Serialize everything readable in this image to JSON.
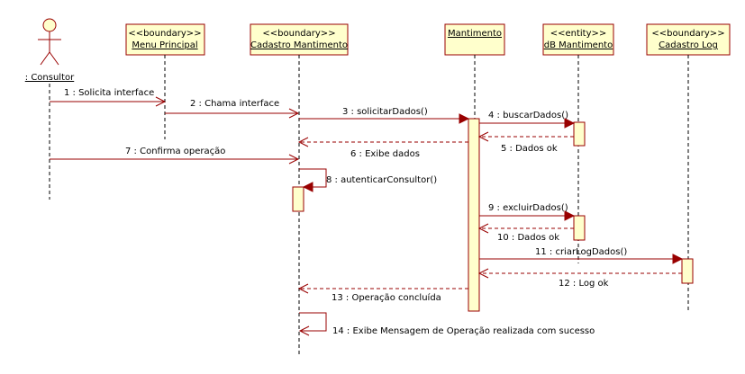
{
  "actor": {
    "name": ": Consultor"
  },
  "lifelines": [
    {
      "id": "menu",
      "stereotype": "<<boundary>>",
      "name": "Menu Principal"
    },
    {
      "id": "cadastro",
      "stereotype": "<<boundary>>",
      "name": "Cadastro Mantimento"
    },
    {
      "id": "mantimento",
      "stereotype": "",
      "name": "Mantimento"
    },
    {
      "id": "db",
      "stereotype": "<<entity>>",
      "name": "dB Mantimento"
    },
    {
      "id": "log",
      "stereotype": "<<boundary>>",
      "name": "Cadastro Log"
    }
  ],
  "messages": [
    {
      "label": "1 : Solicita interface"
    },
    {
      "label": "2 : Chama interface"
    },
    {
      "label": "3 : solicitarDados()"
    },
    {
      "label": "4 : buscarDados()"
    },
    {
      "label": "5 : Dados ok"
    },
    {
      "label": "6 : Exibe dados"
    },
    {
      "label": "7 : Confirma operação"
    },
    {
      "label": "8 : autenticarConsultor()"
    },
    {
      "label": "9 : excluirDados()"
    },
    {
      "label": "10 : Dados ok"
    },
    {
      "label": "11 : criarLogDados()"
    },
    {
      "label": "12 : Log ok"
    },
    {
      "label": "13 : Operação concluída"
    },
    {
      "label": "14 : Exibe Mensagem de Operação realizada com sucesso"
    }
  ]
}
